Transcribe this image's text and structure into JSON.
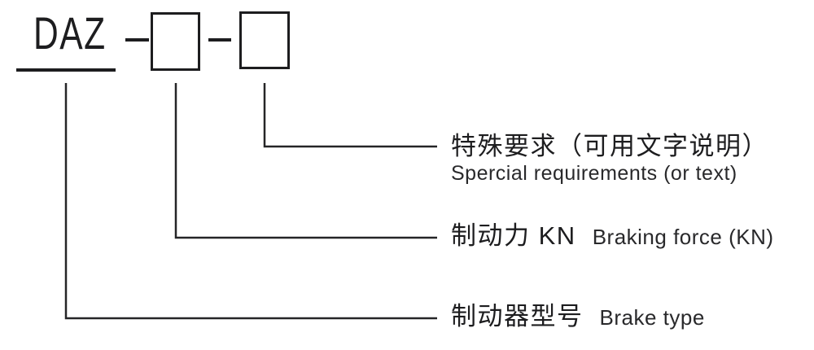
{
  "diagram": {
    "title_semantic": "brake-model-designation-code",
    "model_code": {
      "prefix": "DAZ",
      "placeholder_boxes": [
        {
          "name": "braking-force-value",
          "value": ""
        },
        {
          "name": "special-requirements-value",
          "value": ""
        }
      ]
    },
    "labels": {
      "special_requirements": {
        "zh": "特殊要求（可用文字说明）",
        "en": "Spercial requirements (or text)"
      },
      "braking_force": {
        "zh": "制动力 KN",
        "en": "Braking force (KN)"
      },
      "brake_type": {
        "zh": "制动器型号",
        "en": "Brake type"
      }
    },
    "colors": {
      "ink": "#1d1d1f",
      "line": "#252527",
      "background": "#ffffff"
    }
  }
}
